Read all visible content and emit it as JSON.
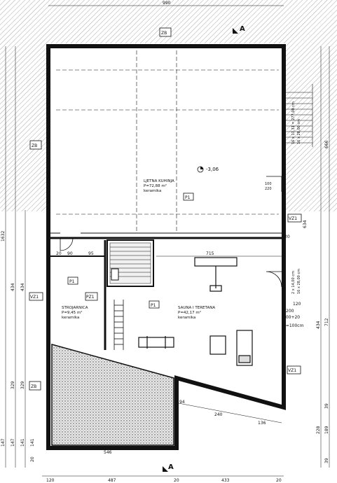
{
  "rooms": {
    "kitchen": {
      "name": "LJETNA KUHINJA",
      "area": "P=72,88 m²",
      "floor": "keramika"
    },
    "boiler": {
      "name": "STROJARNICA",
      "area": "P=9,45 m²",
      "floor": "keramika"
    },
    "sauna": {
      "name": "SAUNA I TERETANA",
      "area": "P=42,17 m²",
      "floor": "keramika"
    }
  },
  "tags": {
    "p1_kitchen": "P1",
    "p1_boiler": "P1",
    "p1_sauna": "P1",
    "pz1": "PZ1",
    "zb_left_upper": "ZB",
    "zb_left_lower": "ZB",
    "vz1_right_upper": "VZ1",
    "vz1_left": "VZ1",
    "vz1_right_lower": "VZ1",
    "zb_top": "ZB"
  },
  "levels": {
    "floor_level": "-3,06"
  },
  "dimensions": {
    "top_total": "990",
    "bottom": [
      "120",
      "487",
      "20",
      "433",
      "20"
    ],
    "right_outer": [
      "666",
      "712"
    ],
    "right_inner": [
      "634",
      "434",
      "228",
      "189",
      "39",
      "39"
    ],
    "left_outer": [
      "1632"
    ],
    "left_mid": [
      "434",
      "434",
      "329",
      "147",
      "141"
    ],
    "left_inner": [
      "329",
      "147",
      "141",
      "20"
    ],
    "interior": {
      "d90": "90",
      "d95": "95",
      "d715": "715",
      "d100": "100",
      "d220": "220",
      "d120": "120",
      "d200": "200",
      "d10020": "100+20",
      "d240": "240",
      "d136": "136",
      "d94": "94",
      "d546": "546",
      "d20a": "20",
      "d20b": "20"
    },
    "stairs": {
      "stair1": "16 x 17,31 = 277,00 cm",
      "stair2": "16 x 28,00 cm"
    },
    "window_note": {
      "w1": "2 x 14,00 cm",
      "w2": "16 x 28,00 cm"
    },
    "p_note": "p=100cm"
  },
  "section_markers": {
    "top": "A",
    "bottom": "A"
  }
}
